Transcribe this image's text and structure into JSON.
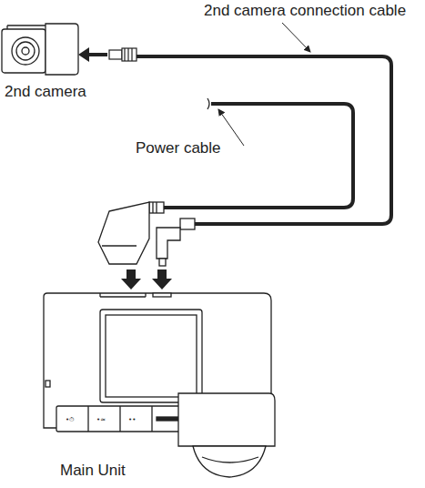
{
  "diagram": {
    "labels": [
      "2nd camera connection cable",
      "2nd camera",
      "Power cable",
      "Main Unit"
    ]
  }
}
